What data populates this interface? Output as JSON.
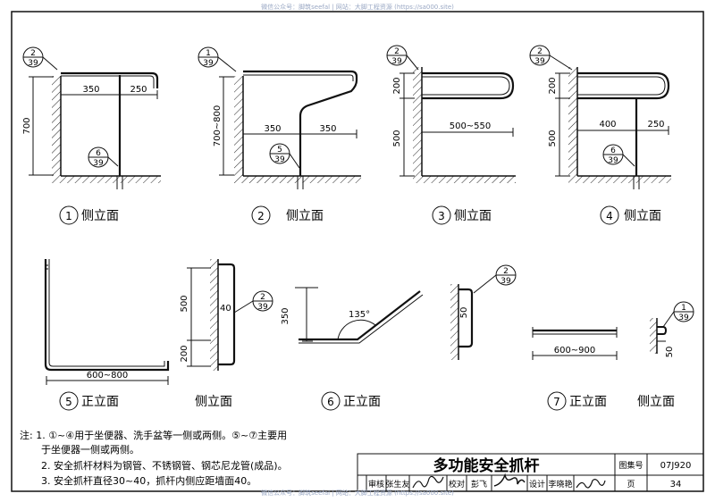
{
  "watermark": "微信公众号：脚筑seefal | 网站：大脚工程资源 (https://sa000.site)",
  "views": [
    {
      "number": "①",
      "name": "侧立面",
      "dims": [
        "350",
        "250",
        "700"
      ],
      "refs": [
        [
          "2",
          "39"
        ],
        [
          "6",
          "39"
        ]
      ]
    },
    {
      "number": "②",
      "name": "侧立面",
      "dims": [
        "700~800",
        "350",
        "350"
      ],
      "refs": [
        [
          "1",
          "39"
        ],
        [
          "5",
          "39"
        ]
      ]
    },
    {
      "number": "③",
      "name": "侧立面",
      "dims": [
        "200",
        "500",
        "500~550"
      ],
      "refs": [
        [
          "2",
          "39"
        ]
      ]
    },
    {
      "number": "④",
      "name": "侧立面",
      "dims": [
        "200",
        "500",
        "400",
        "250"
      ],
      "refs": [
        [
          "2",
          "39"
        ],
        [
          "6",
          "39"
        ]
      ]
    },
    {
      "number": "⑤",
      "name": "正立面",
      "dims": [
        "600~800"
      ]
    },
    {
      "number": "",
      "name": "侧立面",
      "dims": [
        "500",
        "200",
        "40"
      ],
      "refs": [
        [
          "2",
          "39"
        ]
      ]
    },
    {
      "number": "⑥",
      "name": "正立面",
      "dims": [
        "350",
        "135°"
      ]
    },
    {
      "number": "",
      "name": "",
      "dims": [
        "50"
      ],
      "refs": [
        [
          "2",
          "39"
        ]
      ]
    },
    {
      "number": "⑦",
      "name": "正立面",
      "dims": [
        "600~900"
      ]
    },
    {
      "number": "",
      "name": "侧立面",
      "dims": [
        "50"
      ],
      "refs": [
        [
          "1",
          "39"
        ]
      ]
    }
  ],
  "notes": [
    "注: 1. ①~④用于坐便器、洗手盆等一侧或两侧。⑤~⑦主要用",
    "于坐便器一侧或两侧。",
    "2. 安全抓杆材料为钢管、不锈钢管、钢芯尼龙管(成品)。",
    "3. 安全抓杆直径30~40，抓杆内侧应距墙面40。"
  ],
  "title_block": {
    "title": "多功能安全抓杆",
    "atlas_label": "图集号",
    "atlas_no": "07J920",
    "page_label": "页",
    "page_no": "34",
    "review_label": "审核",
    "review_name": "张生友",
    "check_label": "校对",
    "check_name": "彭飞",
    "design_label": "设计",
    "design_name": "李晓艳"
  }
}
